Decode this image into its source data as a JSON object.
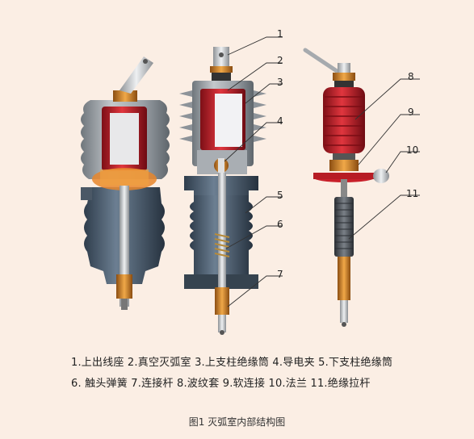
{
  "callouts": [
    "1",
    "2",
    "3",
    "4",
    "5",
    "6",
    "7",
    "8",
    "9",
    "10",
    "11"
  ],
  "legend": {
    "line1": "1.上出线座  2.真空灭弧室  3.上支柱绝缘筒  4.导电夹  5.下支柱绝缘筒",
    "line2": "6. 触头弹簧  7.连接杆  8.波纹套  9.软连接  10.法兰  11.绝缘拉杆"
  },
  "caption": "图1  灭弧室内部结构图",
  "colors": {
    "background": "#fbeee4",
    "insulator_gray": "#8f969c",
    "insulator_dark": "#4a5a6b",
    "red": "#c8202a",
    "copper": "#d98b2b",
    "steel": "#c9ccd0"
  }
}
